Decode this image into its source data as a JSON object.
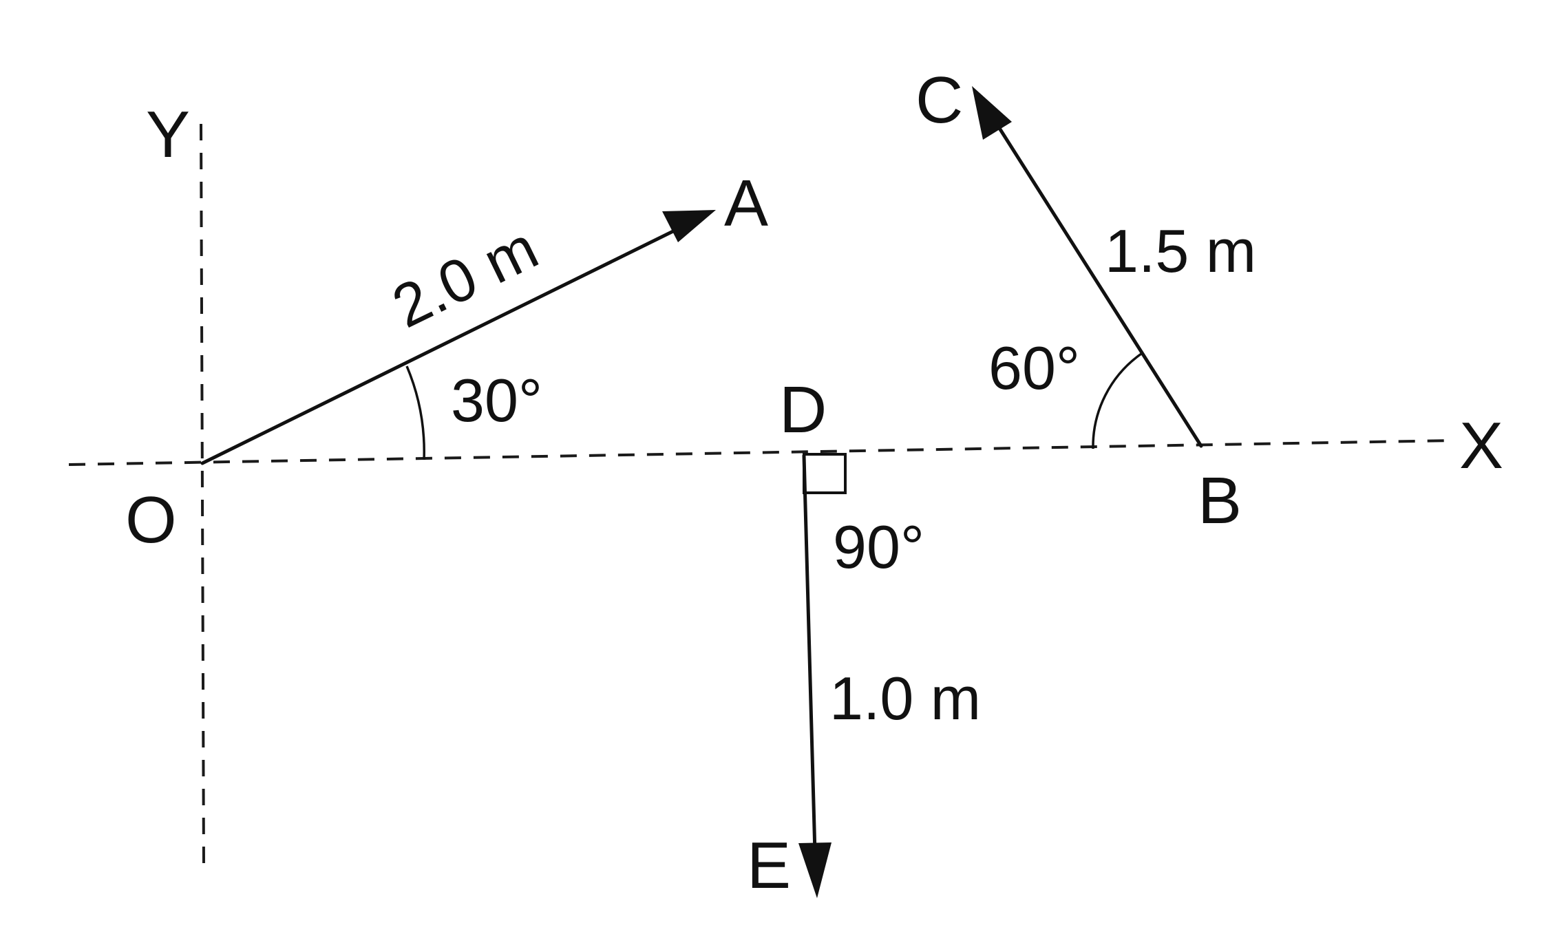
{
  "axes": {
    "x_label": "X",
    "y_label": "Y"
  },
  "points": {
    "O": "O",
    "A": "A",
    "B": "B",
    "C": "C",
    "D": "D",
    "E": "E"
  },
  "vectors": [
    {
      "id": "OA",
      "from": "O",
      "to": "A",
      "magnitude_label": "2.0 m",
      "angle_label": "30°"
    },
    {
      "id": "BC",
      "from": "B",
      "to": "C",
      "magnitude_label": "1.5 m",
      "angle_label": "60°"
    },
    {
      "id": "DE",
      "from": "D",
      "to": "E",
      "magnitude_label": "1.0 m",
      "angle_label": "90°"
    }
  ],
  "colors": {
    "ink": "#111111",
    "background": "#ffffff"
  }
}
